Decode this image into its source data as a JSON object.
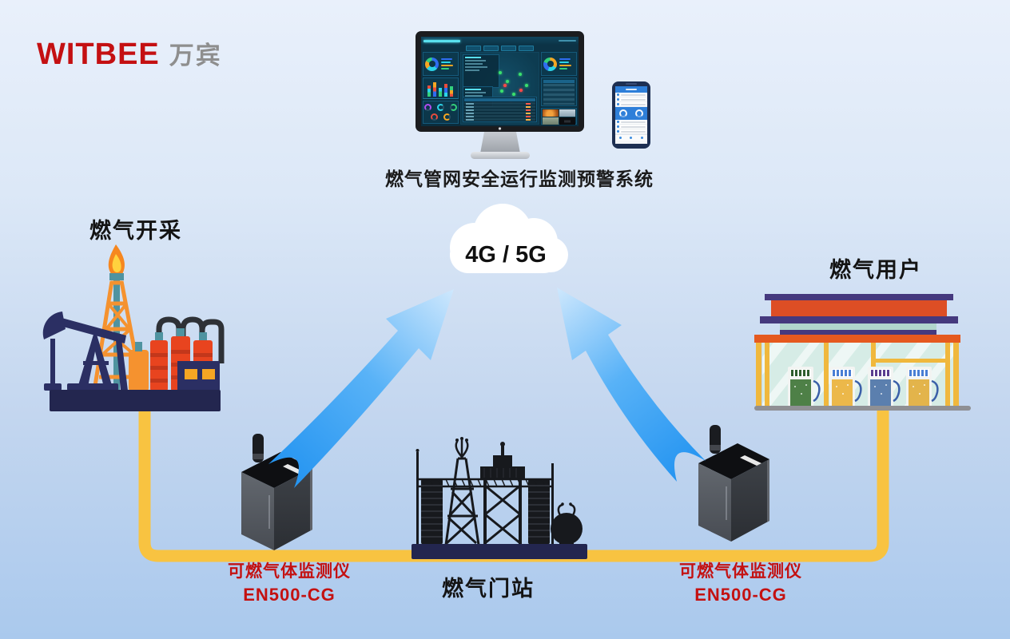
{
  "brand": {
    "name": "WITBEE",
    "suffix": "万宾",
    "color": "#c41012"
  },
  "monitor": {
    "caption": "燃气管网安全运行监测预警系统"
  },
  "cloud": {
    "label": "4G / 5G"
  },
  "sites": {
    "extraction": "燃气开采",
    "gate_station": "燃气门站",
    "users": "燃气用户"
  },
  "device": {
    "name": "可燃气体监测仪",
    "model": "EN500-CG",
    "label_color": "#c41111"
  },
  "colors": {
    "background_top": "#e9f0fb",
    "background_bottom": "#aac9ed",
    "pipeline_yellow": "#f8c341",
    "arrow_blue": "#2b9cf4",
    "platform_navy": "#23264f",
    "brand_red": "#c41012"
  }
}
